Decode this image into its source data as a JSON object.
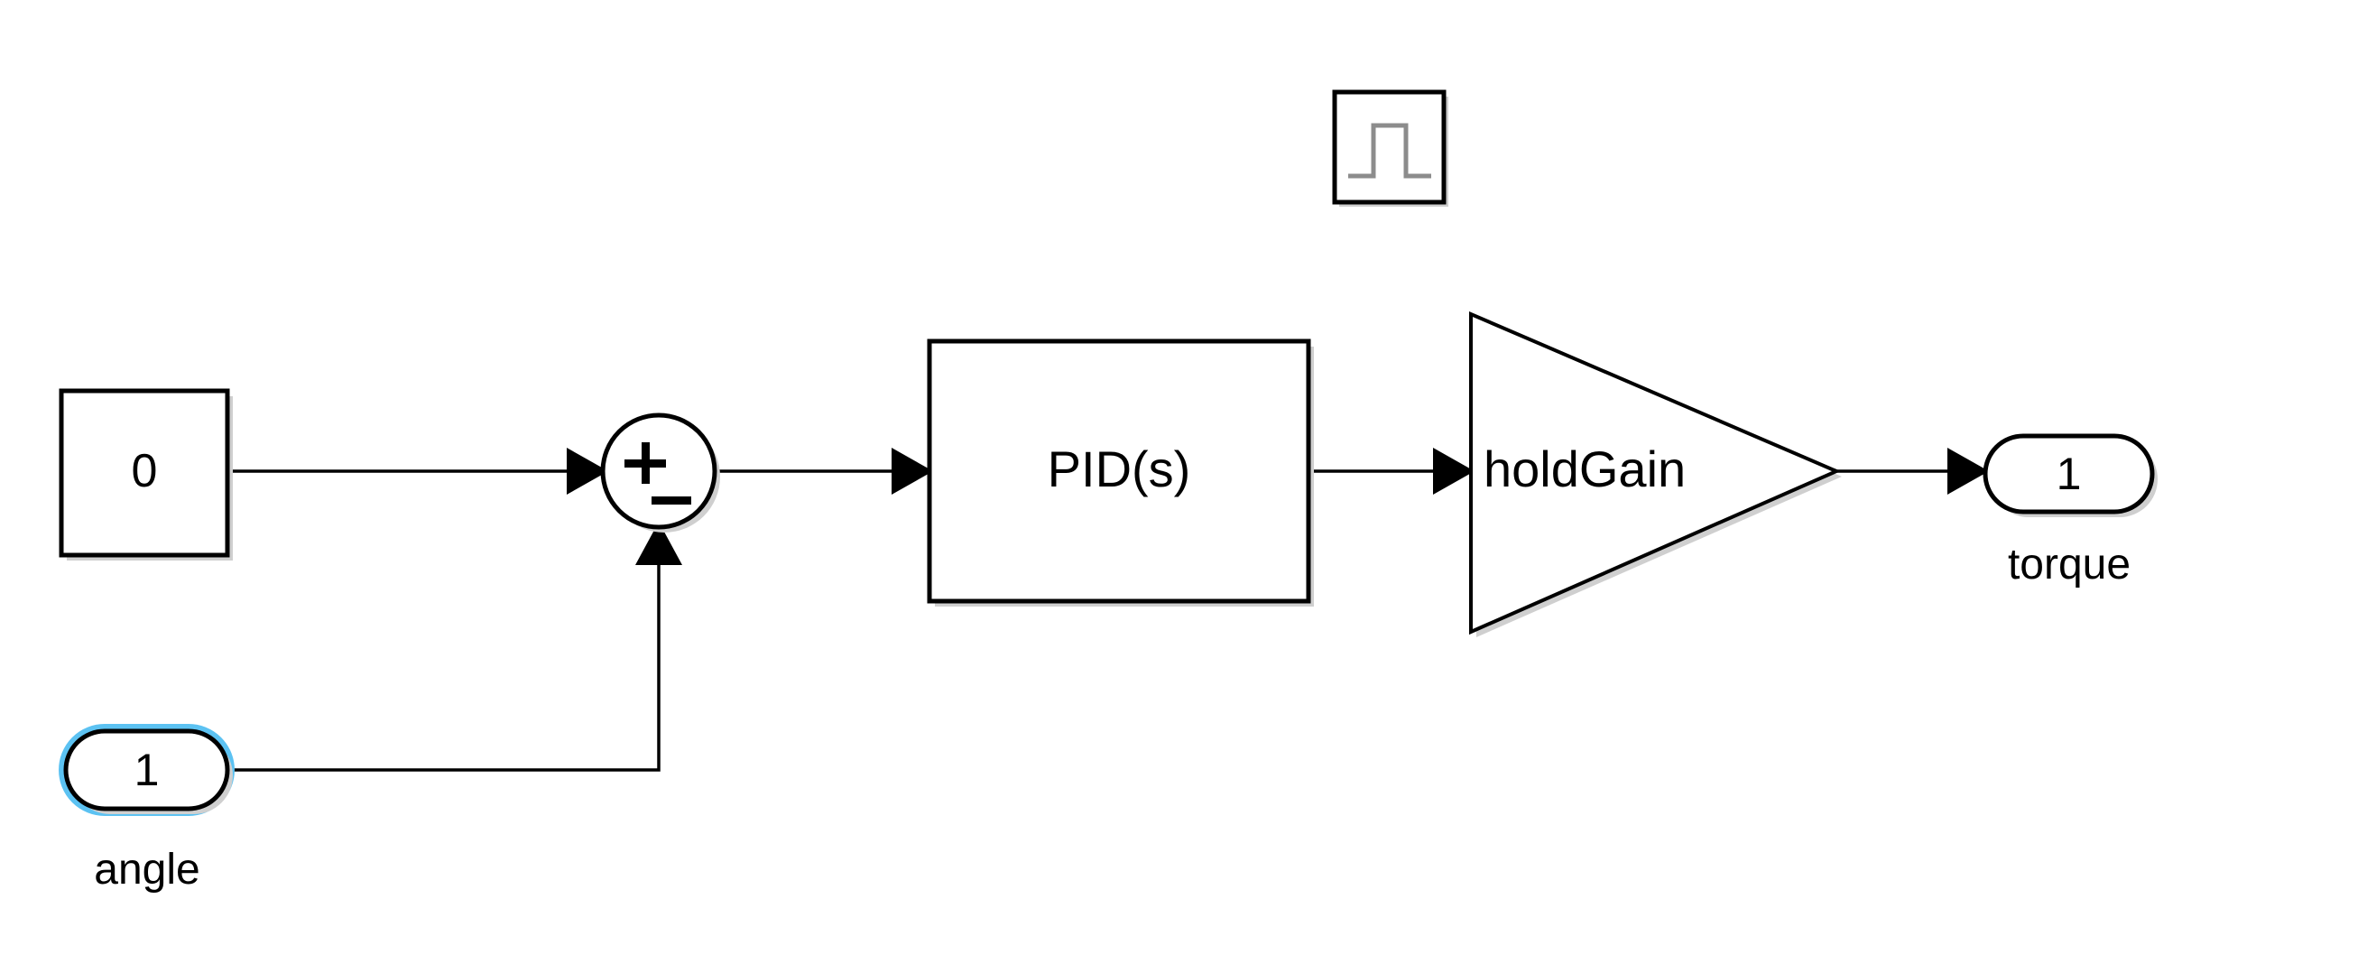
{
  "diagram": {
    "kind": "simulink-block-diagram",
    "background_color": "#ffffff",
    "line_color": "#000000",
    "selection_color": "#5cc2f2",
    "pulse_trace_color": "#8c8c8c"
  },
  "blocks": {
    "constant": {
      "name": "constant-block",
      "value": "0",
      "shape": "rectangle"
    },
    "sum": {
      "name": "sum-block",
      "shape": "circle",
      "plus_sign": "+",
      "minus_sign": "–",
      "inputs": [
        "+",
        "–"
      ]
    },
    "pid": {
      "name": "pid-controller-block",
      "label": "PID(s)",
      "shape": "rectangle"
    },
    "gain": {
      "name": "gain-block",
      "label": "holdGain",
      "shape": "triangle"
    },
    "pulse": {
      "name": "pulse-generator-block",
      "icon": "pulse-waveform-icon",
      "shape": "rectangle",
      "connected": "false"
    }
  },
  "ports": {
    "inport_angle": {
      "name": "inport-angle",
      "value": "1",
      "label": "angle",
      "selected": "true"
    },
    "outport_torque": {
      "name": "outport-torque",
      "value": "1",
      "label": "torque",
      "selected": "false"
    }
  },
  "signals": [
    {
      "name": "signal-constant-to-sum",
      "from": "constant",
      "to": "sum-plus"
    },
    {
      "name": "signal-sum-to-pid",
      "from": "sum",
      "to": "pid"
    },
    {
      "name": "signal-pid-to-gain",
      "from": "pid",
      "to": "gain"
    },
    {
      "name": "signal-gain-to-torque",
      "from": "gain",
      "to": "outport-torque"
    },
    {
      "name": "signal-angle-feedback",
      "from": "inport-angle",
      "to": "sum-minus"
    }
  ]
}
